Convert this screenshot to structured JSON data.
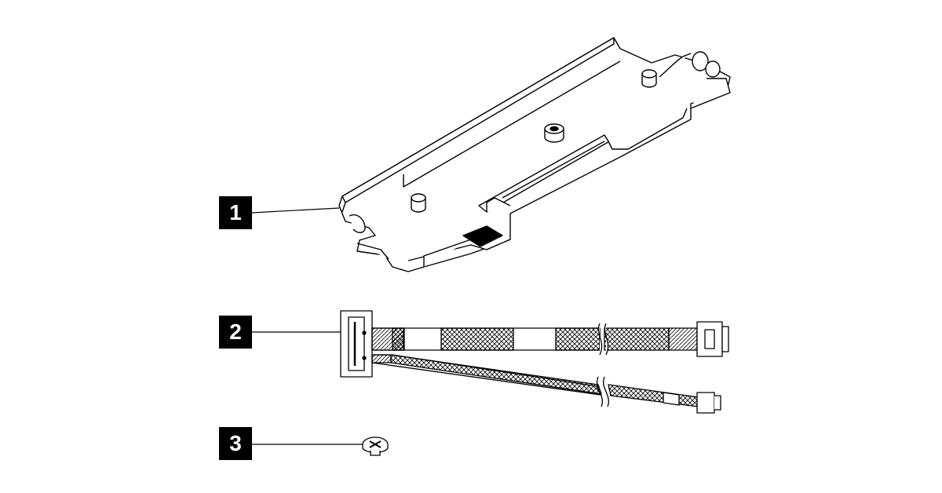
{
  "figure": {
    "callouts": [
      {
        "label": "1",
        "part": "tray"
      },
      {
        "label": "2",
        "part": "cable"
      },
      {
        "label": "3",
        "part": "screw"
      }
    ],
    "colors": {
      "line": "#000000",
      "background": "#ffffff",
      "hatch": "#000000"
    }
  }
}
